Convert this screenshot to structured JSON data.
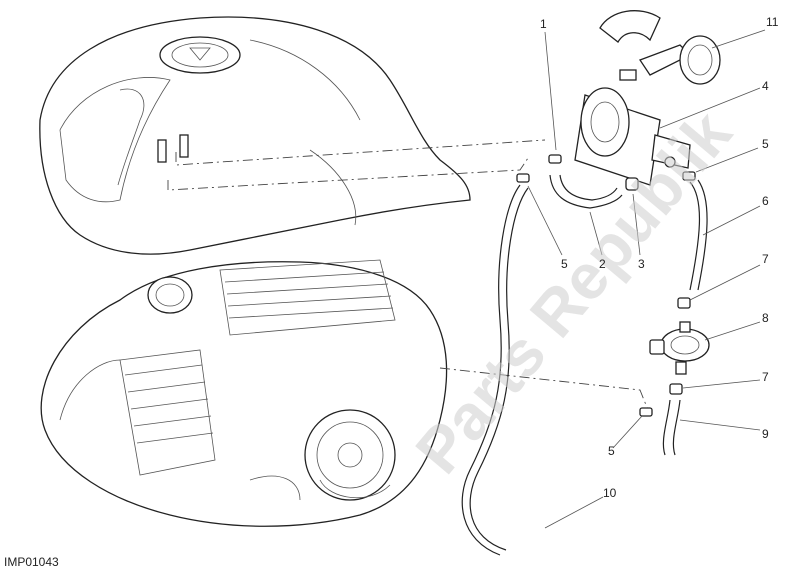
{
  "drawing_code": "IMP01043",
  "watermark": "Parts Republik",
  "callouts": [
    "1",
    "2",
    "3",
    "4",
    "5",
    "5",
    "5",
    "6",
    "7",
    "7",
    "8",
    "9",
    "10",
    "11"
  ]
}
